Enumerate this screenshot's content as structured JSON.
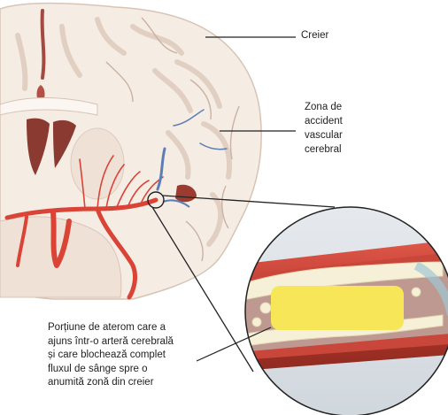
{
  "labels": {
    "brain": "Creier",
    "stroke_zone": [
      "Zona de",
      "accident",
      "vascular",
      "cerebral"
    ],
    "atheroma": [
      "Porțiune de aterom care a",
      "ajuns într-o arteră cerebrală",
      "și care blochează complet",
      "fluxul de sânge spre o",
      "anumită zonă din creier"
    ]
  },
  "colors": {
    "brain_tissue": "#f5ece4",
    "brain_fold": "#e7d6ca",
    "artery": "#d94437",
    "vein": "#5b7fb5",
    "vessel_wall": "#a83628",
    "plaque": "#f7f0d8",
    "clot": "#f7e657",
    "leader_line": "#222222"
  }
}
